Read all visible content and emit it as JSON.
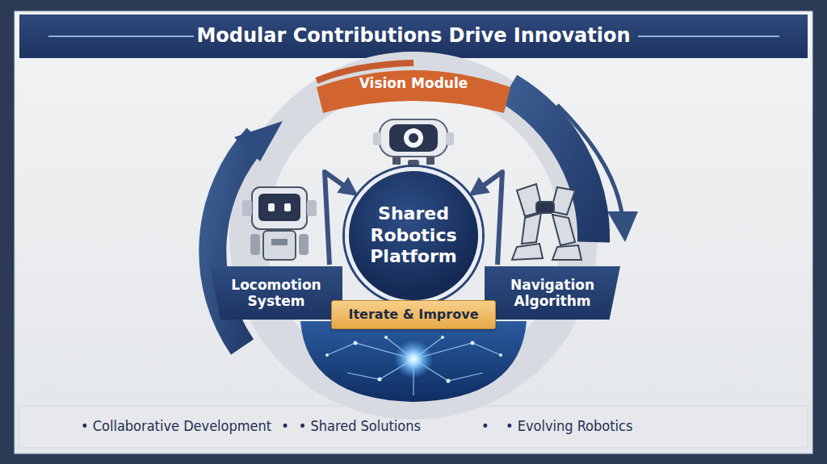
{
  "diagram": {
    "title": "Modular Contributions Drive Innovation",
    "nodes": [
      {
        "text": [
          "Vision Module"
        ]
      },
      {
        "text": [
          "Shared Robotics Platform"
        ]
      },
      {
        "text": [
          "Locomotion System"
        ]
      },
      {
        "text": [
          "Navigation Algorithm"
        ]
      },
      {
        "text": [
          "Iterate & Improve"
        ]
      }
    ],
    "edges": [
      {
        "from": 2,
        "to": 1,
        "arrow": "to"
      },
      {
        "from": 3,
        "to": 1,
        "arrow": "to"
      }
    ],
    "labels": [
      "• Collaborative Development",
      "•",
      "• Shared Solutions",
      "•",
      "• Evolving Robotics"
    ]
  }
}
